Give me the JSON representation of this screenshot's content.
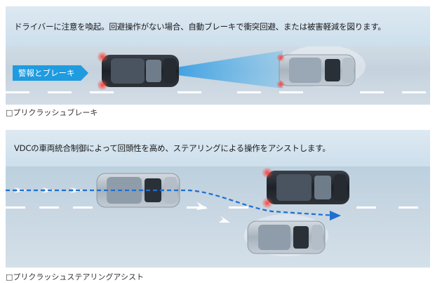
{
  "panel1": {
    "description": "ドライバーに注意を喚起。回避操作がない場合、自動ブレーキで衝突回避、または被害軽減を図ります。",
    "tag_label": "警報とブレーキ",
    "caption": "□プリクラッシュブレーキ"
  },
  "panel2": {
    "description": "VDCの車両統合制御によって回頭性を高め、ステアリングによる操作をアシストします。",
    "caption": "□プリクラッシュステアリングアシスト"
  },
  "colors": {
    "caption_bg": "#d6e4ef",
    "road": "#c9d5df",
    "accent_blue": "#1f9be0",
    "path_blue": "#1d6fd0",
    "brake_red": "#e0302c"
  }
}
